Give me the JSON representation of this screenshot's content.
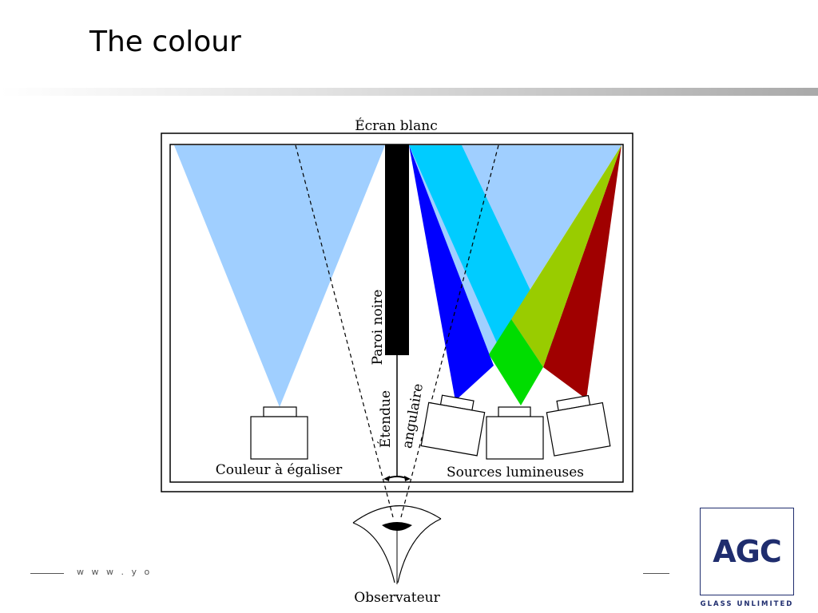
{
  "title": "The colour",
  "footer": {
    "url": "w w w . y o u r g l a"
  },
  "diagram": {
    "screen_label": "Écran blanc",
    "wall_label": "Paroi noire",
    "angular_label_1": "Étendue",
    "angular_label_2": "angulaire",
    "match_label": "Couleur à égaliser",
    "sources_label": "Sources lumineuses",
    "observer_label": "Observateur",
    "colors": {
      "light_blue": "#a0cfff",
      "cyan": "#00ccff",
      "blue": "#0000ff",
      "green": "#00dd00",
      "yellow_green": "#99cc00",
      "red": "#a00000",
      "wall": "#000000"
    }
  },
  "logo": {
    "text": "AGC",
    "subtitle": "GLASS UNLIMITED",
    "color": "#1f2d6e"
  }
}
